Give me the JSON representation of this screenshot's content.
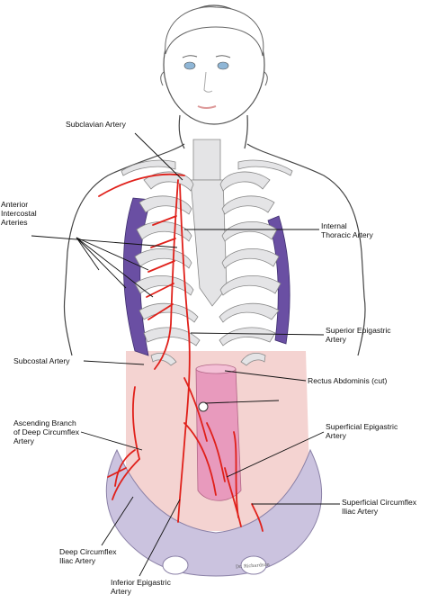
{
  "labels": {
    "subclavian": "Subclavian Artery",
    "anterior_intercostal": [
      "Anterior",
      "Intercostal",
      "Arteries"
    ],
    "internal_thoracic": [
      "Internal",
      "Thoracic Artery"
    ],
    "superior_epigastric": [
      "Superior Epigastric",
      "Artery"
    ],
    "subcostal": "Subcostal Artery",
    "rectus_abdominis": "Rectus Abdominis (cut)",
    "ascending_branch": [
      "Ascending Branch",
      "of Deep Circumflex",
      "Artery"
    ],
    "superficial_epigastric": [
      "Superficial Epigastric",
      "Artery"
    ],
    "superficial_circumflex_iliac": [
      "Superficial Circumflex",
      "Iliac Artery"
    ],
    "deep_circumflex_iliac": [
      "Deep Circumflex",
      "Iliac Artery"
    ],
    "inferior_epigastric": [
      "Inferior Epigastric",
      "Artery"
    ]
  },
  "signature": "Dr. Richardson",
  "colors": {
    "artery": "#e0201a",
    "intercostal_muscle": "#6a4fa3",
    "bone": "#e4e4e6",
    "pelvis": "#cbc3df",
    "abdominal_muscle": "#f0c4c2",
    "rectus": "#e89abd",
    "skin_outline": "#444444",
    "eye": "#8fb6d6"
  }
}
